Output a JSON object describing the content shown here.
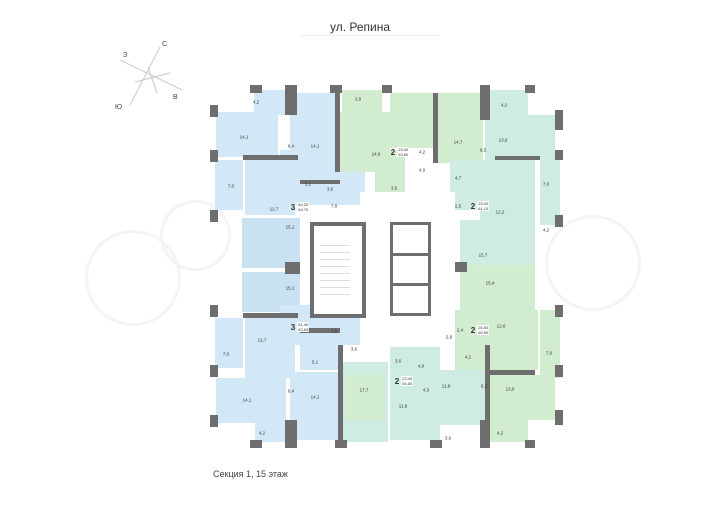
{
  "header": {
    "street": "ул. Репина"
  },
  "footer": {
    "caption": "Секция 1, 15 этаж"
  },
  "compass": {
    "north": "С",
    "south": "Ю",
    "west": "З",
    "east": "В"
  },
  "colors": {
    "blue_units": "#d3e8f7",
    "green_units": "#d2ecd0",
    "mint_units": "#cfece3",
    "walls": "#6e6e6e"
  },
  "units": [
    {
      "id": "nw",
      "rooms": "3",
      "living": "60,20",
      "total": "64,70",
      "color": "blue"
    },
    {
      "id": "n",
      "rooms": "2",
      "living": "29,40",
      "total": "53,60",
      "color": "green"
    },
    {
      "id": "ne",
      "rooms": "2",
      "living": "25,00",
      "total": "61,10",
      "color": "mint"
    },
    {
      "id": "sw",
      "rooms": "3",
      "living": "61,40",
      "total": "63,60",
      "color": "blue"
    },
    {
      "id": "s",
      "rooms": "2",
      "living": "23,40",
      "total": "54,50",
      "color": "mint"
    },
    {
      "id": "se",
      "rooms": "2",
      "living": "26,50",
      "total": "60,50",
      "color": "green"
    }
  ],
  "rooms": {
    "nw": [
      "4,2",
      "14,1",
      "6,4",
      "14,1",
      "7,0",
      "12,7",
      "5,1",
      "3,6",
      "7,8",
      "15,1"
    ],
    "n": [
      "2,9",
      "14,8",
      "4,2",
      "14,7",
      "4,0",
      "3,6"
    ],
    "ne": [
      "4,7",
      "2,5",
      "6,5",
      "13,9",
      "4,2",
      "7,0",
      "12,2",
      "4,2",
      "15,7"
    ],
    "sw": [
      "15,1",
      "7,8",
      "12,7",
      "7,0",
      "5,1",
      "3,6",
      "6,4",
      "14,1",
      "14,1",
      "4,2"
    ],
    "s": [
      "3,6",
      "4,0",
      "17,7",
      "11,8",
      "4,3",
      "11,8",
      "3,6"
    ],
    "se": [
      "15,4",
      "2,4",
      "12,6",
      "4,2",
      "7,0",
      "6,2",
      "13,9",
      "4,2",
      "2,9"
    ]
  }
}
